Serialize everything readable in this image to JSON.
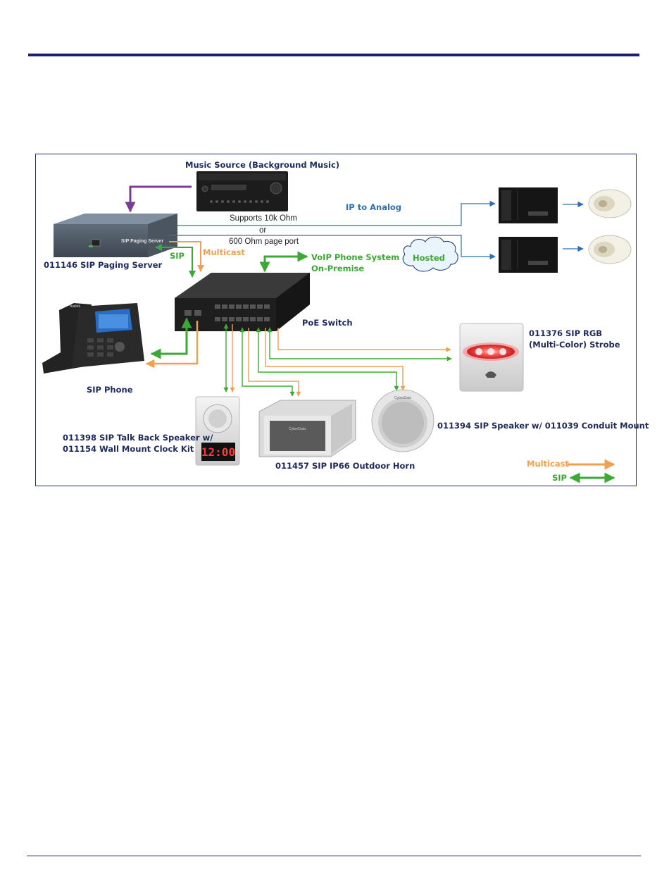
{
  "labels": {
    "music_source": "Music Source (Background Music)",
    "ip_to_analog": "IP to Analog",
    "supports": "Supports 10k Ohm",
    "or": "or",
    "page_port": "600 Ohm page port",
    "paging_server": "011146 SIP Paging Server",
    "paging_server_device_text": "SIP Paging Server",
    "sip_near_server": "SIP",
    "multicast_near_server": "Multicast",
    "voip_line1": "VoIP Phone System  or",
    "voip_line2": "On-Premise",
    "hosted": "Hosted",
    "poe_switch": "PoE Switch",
    "sip_phone": "SIP Phone",
    "strobe_line1": "011376 SIP RGB",
    "strobe_line2": "(Multi-Color) Strobe",
    "talkback_line1": "011398 SIP Talk Back Speaker w/",
    "talkback_line2": "011154 Wall Mount Clock Kit",
    "clock_display": "12:00",
    "outdoor_horn": "011457 SIP IP66 Outdoor Horn",
    "speaker_conduit": "011394 SIP Speaker w/ 011039 Conduit Mount",
    "phone_brand": "Yealink",
    "speaker_brand": "CyberData"
  },
  "legend": {
    "multicast": "Multicast",
    "sip": "SIP"
  },
  "colors": {
    "sip_green": "#3aaa35",
    "multicast_orange": "#f0a050",
    "analog_blue": "#2e6fb5",
    "music_purple": "#7b3c96",
    "title_navy": "#1f2a5c",
    "rule_navy": "#1a1f6e"
  }
}
